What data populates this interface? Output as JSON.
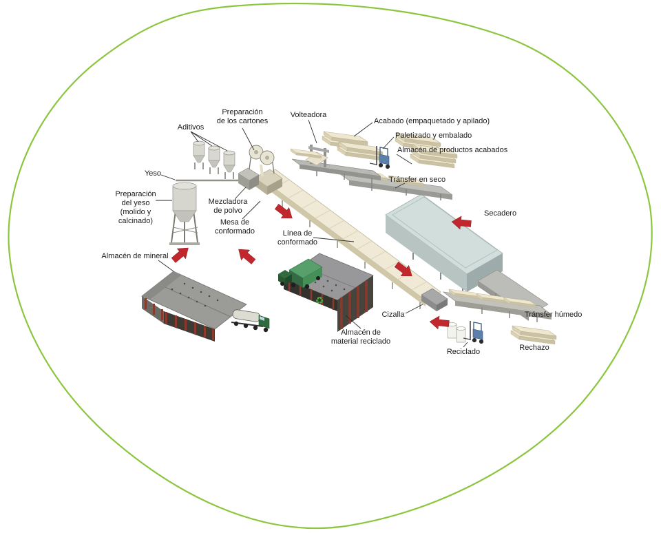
{
  "diagram": {
    "kind": "isometric-process-flow",
    "language": "es",
    "labels": {
      "prep_cartones": "Preparación\nde los cartones",
      "aditivos": "Aditivos",
      "volteadora": "Volteadora",
      "acabado": "Acabado (empaquetado y apilado)",
      "paletizado": "Paletizado y embalado",
      "almacen_productos": "Almacén de productos acabados",
      "yeso": "Yeso",
      "prep_yeso": "Preparación\ndel yeso\n(molido y\ncalcinado)",
      "mezcladora": "Mezcladora\nde polvo",
      "mesa_conformado": "Mesa de\nconformado",
      "transfer_seco": "Tránsfer en seco",
      "secadero": "Secadero",
      "linea_conformado": "Línea de\nconformado",
      "almacen_mineral": "Almacén de mineral",
      "cizalla": "Cizalla",
      "almacen_reciclado": "Almacén de\nmaterial reciclado",
      "transfer_humedo": "Tránsfer húmedo",
      "reciclado": "Reciclado",
      "rechazo": "Rechazo"
    },
    "icons": {
      "recycle": "♻",
      "flow_arrow": "red-flow-arrow"
    },
    "colors": {
      "outline_green": "#8CC63F",
      "arrow_red": "#C1272D",
      "conveyor_cream": "#EFE9D6",
      "machine_gray": "#BFBFBB",
      "dryer_gray_blue": "#D2DEDC",
      "roof_gray": "#9B9B97",
      "frame_red_brown": "#8A392C",
      "truck_green": "#2F6B3F"
    }
  }
}
